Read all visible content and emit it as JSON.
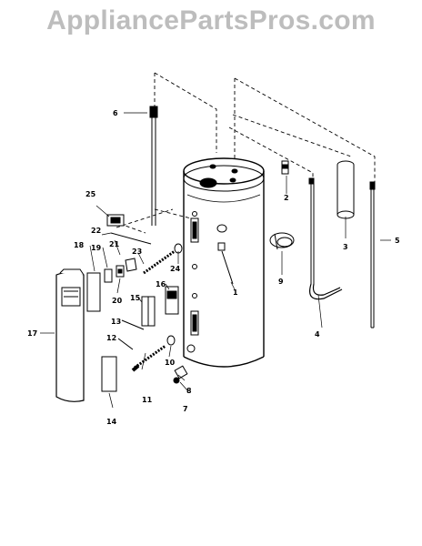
{
  "watermark": "AppliancePartsPros.com",
  "parts": [
    {
      "id": "part-1",
      "label": "1"
    },
    {
      "id": "part-2",
      "label": "2"
    },
    {
      "id": "part-3",
      "label": "3"
    },
    {
      "id": "part-4",
      "label": "4"
    },
    {
      "id": "part-5",
      "label": "5"
    },
    {
      "id": "part-6",
      "label": "6"
    },
    {
      "id": "part-7",
      "label": "7"
    },
    {
      "id": "part-8",
      "label": "8"
    },
    {
      "id": "part-9",
      "label": "9"
    },
    {
      "id": "part-10",
      "label": "10"
    },
    {
      "id": "part-11",
      "label": "11"
    },
    {
      "id": "part-12",
      "label": "12"
    },
    {
      "id": "part-13",
      "label": "13"
    },
    {
      "id": "part-14",
      "label": "14"
    },
    {
      "id": "part-15",
      "label": "15"
    },
    {
      "id": "part-16",
      "label": "16"
    },
    {
      "id": "part-17",
      "label": "17"
    },
    {
      "id": "part-18",
      "label": "18"
    },
    {
      "id": "part-19",
      "label": "19"
    },
    {
      "id": "part-20",
      "label": "20"
    },
    {
      "id": "part-21",
      "label": "21"
    },
    {
      "id": "part-22",
      "label": "22"
    },
    {
      "id": "part-23",
      "label": "23"
    },
    {
      "id": "part-24",
      "label": "24"
    },
    {
      "id": "part-25",
      "label": "25"
    }
  ]
}
